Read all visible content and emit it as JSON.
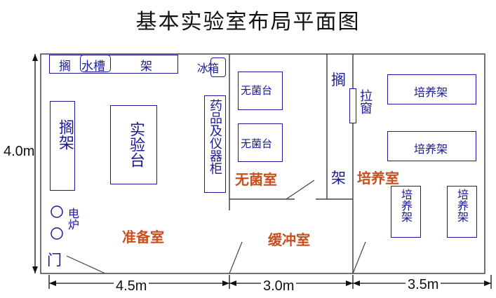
{
  "title": "基本实验室布局平面图",
  "rooms": {
    "prep": "准备室",
    "sterile": "无菌室",
    "buffer": "缓冲室",
    "culture": "培养室"
  },
  "furniture": {
    "shelf_top_left": "搁",
    "sink": "水槽",
    "shelf_top_right": "架",
    "fridge": "冰箱",
    "shelf_left": "搁架",
    "lab_bench": "实验台",
    "cabinet": "药品及仪器柜",
    "sterile_bench_1": "无菌台",
    "sterile_bench_2": "无菌台",
    "shelf_mid_top": "搁",
    "shelf_mid_bottom": "架",
    "pull_window": "拉窗",
    "culture_rack_1": "培养架",
    "culture_rack_2": "培养架",
    "culture_rack_3": "培养架",
    "culture_rack_4": "培养架",
    "stove": "电炉",
    "door": "门"
  },
  "dimensions": {
    "height": "4.0m",
    "w1": "4.5m",
    "w2": "3.0m",
    "w3": "3.5m"
  }
}
